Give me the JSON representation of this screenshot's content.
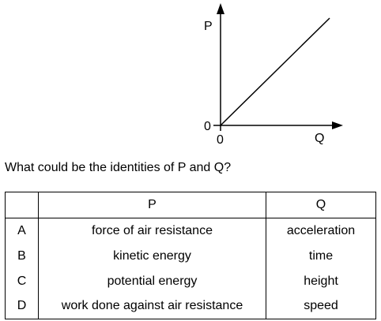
{
  "graph": {
    "y_axis_label": "P",
    "x_axis_label": "Q",
    "y_origin_label": "0",
    "x_origin_label": "0"
  },
  "question": "What could be the identities of P and Q?",
  "table": {
    "headers": [
      "",
      "P",
      "Q"
    ],
    "rows": [
      {
        "option": "A",
        "p": "force of air resistance",
        "q": "acceleration"
      },
      {
        "option": "B",
        "p": "kinetic energy",
        "q": "time"
      },
      {
        "option": "C",
        "p": "potential energy",
        "q": "height"
      },
      {
        "option": "D",
        "p": "work done against air resistance",
        "q": "speed"
      }
    ]
  }
}
